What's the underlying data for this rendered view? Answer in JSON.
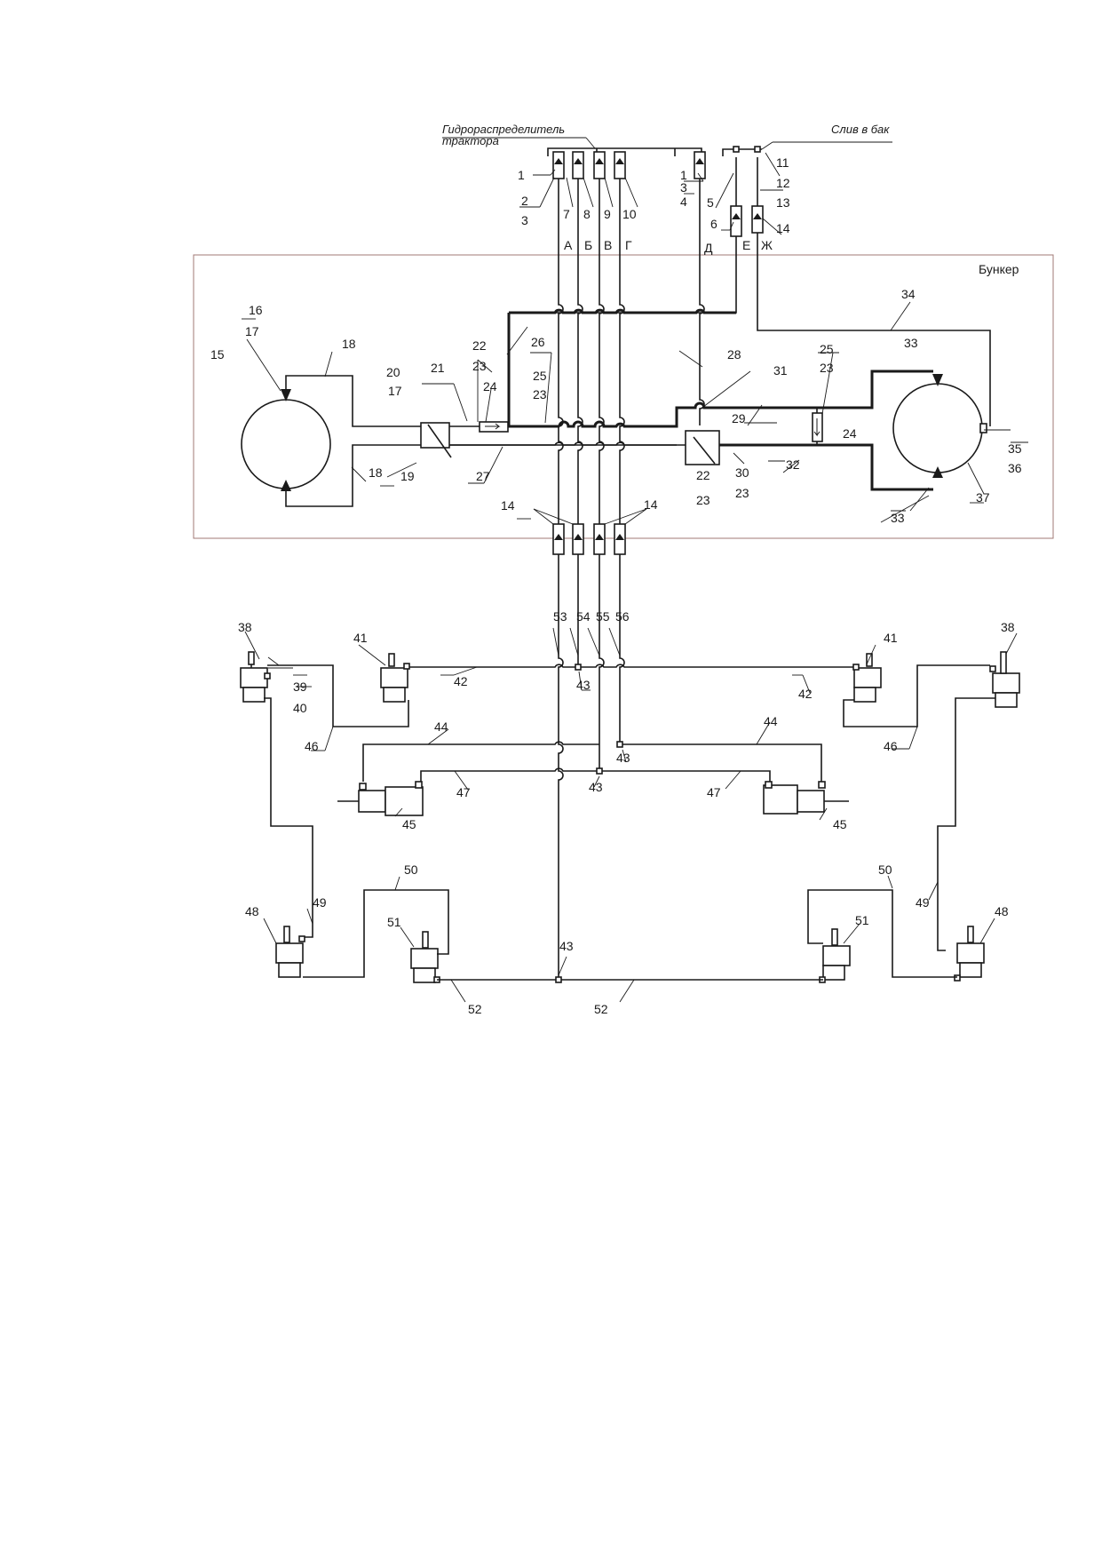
{
  "header": {
    "distributor_line1": "Гидрораспределитель",
    "distributor_line2": "трактора",
    "drain": "Слив в бак"
  },
  "frame_label": "Бункер",
  "line_letters": [
    "А",
    "Б",
    "В",
    "Г",
    "Д",
    "Е",
    "Ж"
  ],
  "numbers": {
    "n1": "1",
    "n2": "2",
    "n3": "3",
    "n4": "4",
    "n5": "5",
    "n6": "6",
    "n7": "7",
    "n8": "8",
    "n9": "9",
    "n10": "10",
    "n11": "11",
    "n12": "12",
    "n13": "13",
    "n14": "14",
    "n15": "15",
    "n16": "16",
    "n17": "17",
    "n18": "18",
    "n19": "19",
    "n20": "20",
    "n21": "21",
    "n22": "22",
    "n23": "23",
    "n24": "24",
    "n25": "25",
    "n26": "26",
    "n27": "27",
    "n28": "28",
    "n29": "29",
    "n30": "30",
    "n31": "31",
    "n32": "32",
    "n33": "33",
    "n34": "34",
    "n35": "35",
    "n36": "36",
    "n37": "37",
    "n38": "38",
    "n39": "39",
    "n40": "40",
    "n41": "41",
    "n42": "42",
    "n43": "43",
    "n44": "44",
    "n45": "45",
    "n46": "46",
    "n47": "47",
    "n48": "48",
    "n49": "49",
    "n50": "50",
    "n51": "51",
    "n52": "52",
    "n53": "53",
    "n54": "54",
    "n55": "55",
    "n56": "56"
  }
}
